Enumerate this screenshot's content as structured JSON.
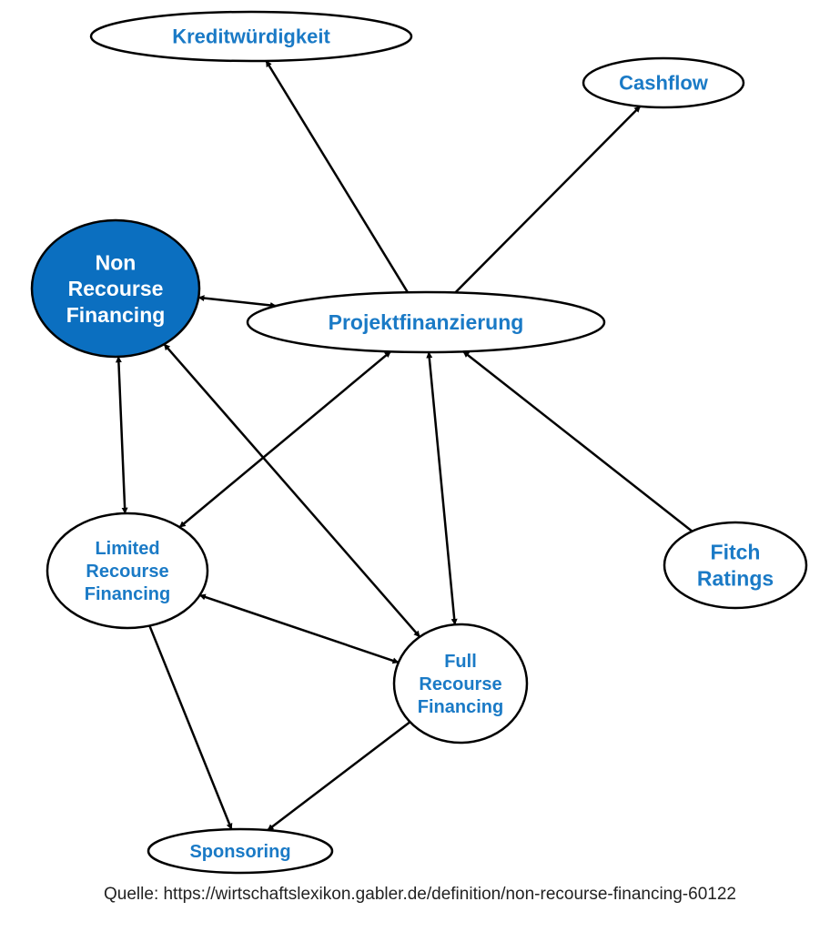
{
  "diagram": {
    "colors": {
      "accent": "#0b6fc0",
      "label": "#1a7ac6",
      "edge": "#000000",
      "node_fill": "#ffffff"
    },
    "nodes": [
      {
        "id": "kredit",
        "label": [
          "Kreditwürdigkeit"
        ],
        "highlighted": false
      },
      {
        "id": "cashflow",
        "label": [
          "Cashflow"
        ],
        "highlighted": false
      },
      {
        "id": "nonrecourse",
        "label": [
          "Non",
          "Recourse",
          "Financing"
        ],
        "highlighted": true
      },
      {
        "id": "projekt",
        "label": [
          "Projektfinanzierung"
        ],
        "highlighted": false
      },
      {
        "id": "limited",
        "label": [
          "Limited",
          "Recourse",
          "Financing"
        ],
        "highlighted": false
      },
      {
        "id": "fitch",
        "label": [
          "Fitch",
          "Ratings"
        ],
        "highlighted": false
      },
      {
        "id": "full",
        "label": [
          "Full",
          "Recourse",
          "Financing"
        ],
        "highlighted": false
      },
      {
        "id": "sponsoring",
        "label": [
          "Sponsoring"
        ],
        "highlighted": false
      }
    ],
    "edges": [
      {
        "from": "projekt",
        "to": "kredit",
        "bidirectional": false
      },
      {
        "from": "projekt",
        "to": "cashflow",
        "bidirectional": false
      },
      {
        "from": "nonrecourse",
        "to": "projekt",
        "bidirectional": true
      },
      {
        "from": "nonrecourse",
        "to": "limited",
        "bidirectional": true
      },
      {
        "from": "nonrecourse",
        "to": "full",
        "bidirectional": true
      },
      {
        "from": "projekt",
        "to": "limited",
        "bidirectional": true
      },
      {
        "from": "projekt",
        "to": "full",
        "bidirectional": true
      },
      {
        "from": "fitch",
        "to": "projekt",
        "bidirectional": false
      },
      {
        "from": "limited",
        "to": "full",
        "bidirectional": true
      },
      {
        "from": "limited",
        "to": "sponsoring",
        "bidirectional": false
      },
      {
        "from": "full",
        "to": "sponsoring",
        "bidirectional": false
      }
    ]
  },
  "caption": "Quelle: https://wirtschaftslexikon.gabler.de/definition/non-recourse-financing-60122"
}
